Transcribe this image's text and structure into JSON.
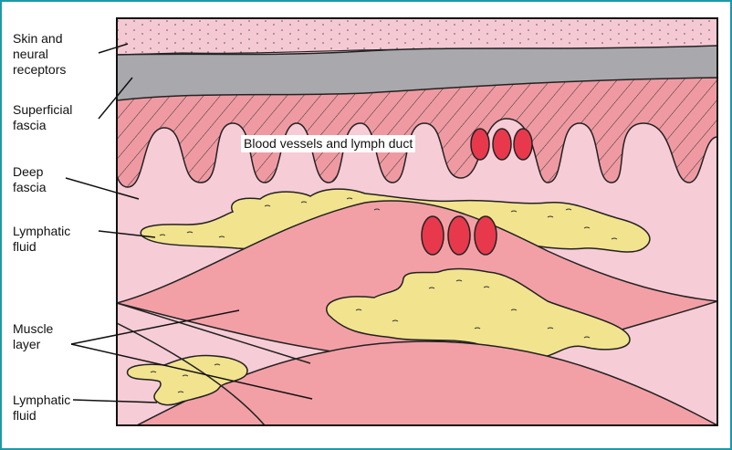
{
  "labels": {
    "skin": "Skin and\nneural\nreceptors",
    "superficial_fascia": "Superficial\nfascia",
    "deep_fascia": "Deep\nfascia",
    "lymphatic_fluid_top": "Lymphatic\nfluid",
    "muscle_layer": "Muscle\nlayer",
    "lymphatic_fluid_bottom": "Lymphatic\nfluid",
    "blood_vessels": "Blood vessels and lymph duct"
  },
  "colors": {
    "skin": "#f5c9d4",
    "fascia_gray": "#a9a9ad",
    "hatch_bg": "#ef9aa2",
    "deep_fascia": "#f6ccd6",
    "muscle": "#f2a0a6",
    "lymph": "#f2e38e",
    "vessel": "#e8384c",
    "border": "#1a9aa8"
  }
}
